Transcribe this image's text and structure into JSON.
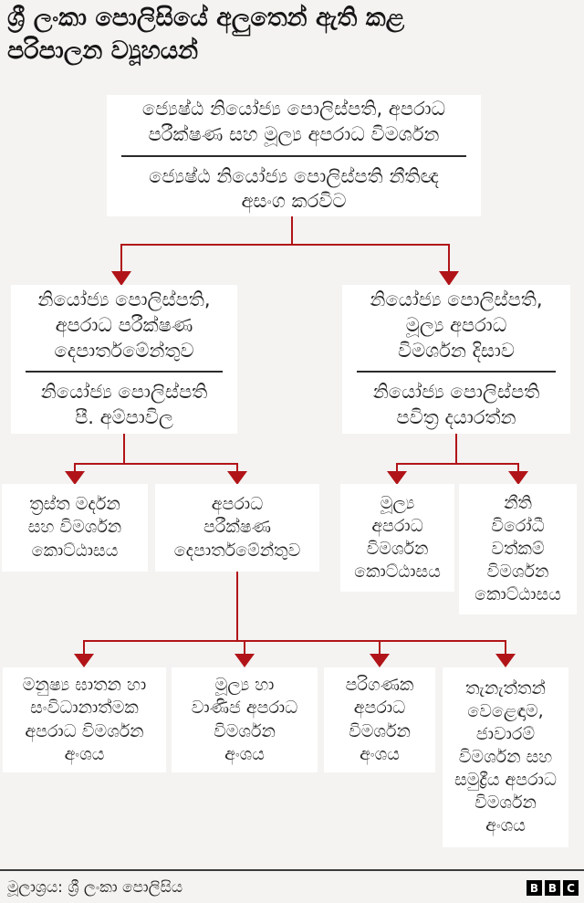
{
  "title": "ශ්‍රී ලංකා පොලිසියේ අලුතෙන් ඇති කළ\nපරිපාලන ව්‍යූහයන්",
  "colors": {
    "page_bg": "#f4f3f1",
    "box_bg": "#ffffff",
    "text": "#242424",
    "connector_red": "#b11418",
    "footer_rule": "#3c3c3c",
    "logo_bg": "#000000"
  },
  "org": {
    "root": {
      "unit": "ජ්‍යෙෂ්ඨ නියෝජ්‍ය පොලිස්පති, අපරාධ\nපරීක්ෂණ සහ මූල්‍ය අපරාධ විමර්ශන",
      "officer": "ජ්‍යෙෂ්ඨ නියෝජ්‍ය පොලිස්පති නීතිඥ\nඅසංග කරවිට"
    },
    "level2": [
      {
        "unit": "නියෝජ්‍ය පොලිස්පති,\nඅපරාධ පරීක්ෂණ\nදෙපාර්තමේන්තුව",
        "officer": "නියෝජ්‍ය පොලිස්පති\nපී. අම්පාවිල"
      },
      {
        "unit": "නියෝජ්‍ය පොලිස්පති,\nමූල්‍ය අපරාධ\nවිමර්ශන දිසාව",
        "officer": "නියෝජ්‍ය පොලිස්පති\nපවිත්‍ර දයාරත්න"
      }
    ],
    "level3": [
      {
        "unit": "ත්‍රස්ත මර්දන\nසහ විමර්ශන\nකොට්ඨාසය"
      },
      {
        "unit": "අපරාධ\nපරීක්ෂණ\nදෙපාර්තමේන්තුව"
      },
      {
        "unit": "මූල්‍ය\nඅපරාධ\nවිමර්ශන\nකොට්ඨාසය"
      },
      {
        "unit": "නීති\nවිරෝධී\nවත්කම්\nවිමර්ශන\nකොට්ඨාසය"
      }
    ],
    "level4": [
      {
        "unit": "මනුෂ්‍ය ඝාතන හා\nසංවිධානාත්මක\nඅපරාධ විමර්ශන\nඅංශය"
      },
      {
        "unit": "මූල්‍ය හා\nවාණිජ අපරාධ\nවිමර්ශන\nඅංශය"
      },
      {
        "unit": "පරිගණක\nඅපරාධ\nවිමර්ශන\nඅංශය"
      },
      {
        "unit": "තැනැත්තන්\nවෙළෙඳාම,\nජාවාරම්\nවිමර්ශන සහ\nසමුද්‍රීය අපරාධ\nවිමර්ශන\nඅංශය"
      }
    ]
  },
  "footer": {
    "source": "මූලාශ්‍රය: ශ්‍රී ලංකා පොලිසිය",
    "logo_letters": [
      "B",
      "B",
      "C"
    ]
  }
}
